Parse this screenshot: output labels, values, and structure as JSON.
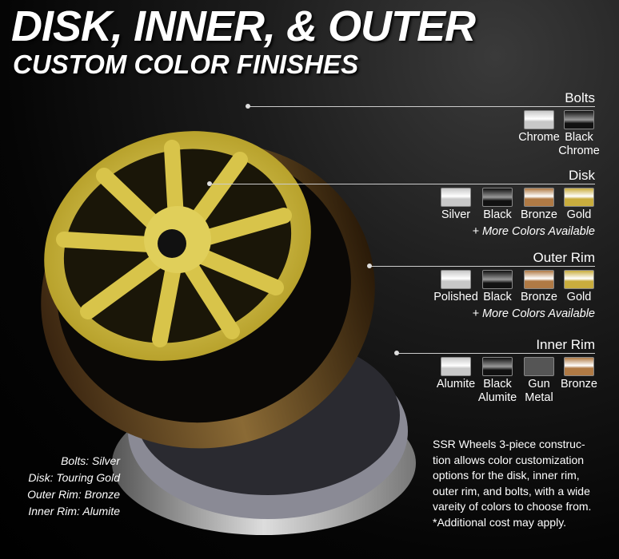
{
  "title": "DISK, INNER, & OUTER",
  "subtitle": "CUSTOM COLOR FINISHES",
  "sections": [
    {
      "name": "Bolts",
      "swatches": [
        {
          "label": "Chrome",
          "color": "#c8c8c8"
        },
        {
          "label": "Black\nChrome",
          "color": "#222222"
        }
      ],
      "more": ""
    },
    {
      "name": "Disk",
      "swatches": [
        {
          "label": "Silver",
          "color": "#c8c8c8"
        },
        {
          "label": "Black",
          "color": "#222222"
        },
        {
          "label": "Bronze",
          "color": "#b07a45"
        },
        {
          "label": "Gold",
          "color": "#c9ad3e"
        }
      ],
      "more": "+ More Colors Available"
    },
    {
      "name": "Outer Rim",
      "swatches": [
        {
          "label": "Polished",
          "color": "#c8c8c8"
        },
        {
          "label": "Black",
          "color": "#222222"
        },
        {
          "label": "Bronze",
          "color": "#b07a45"
        },
        {
          "label": "Gold",
          "color": "#c9ad3e"
        }
      ],
      "more": "+ More Colors Available"
    },
    {
      "name": "Inner Rim",
      "swatches": [
        {
          "label": "Alumite",
          "color": "#c8c8c8"
        },
        {
          "label": "Black\nAlumite",
          "color": "#222222"
        },
        {
          "label": "Gun\nMetal",
          "color": "#555555"
        },
        {
          "label": "Bronze",
          "color": "#b07a45"
        }
      ],
      "more": ""
    }
  ],
  "legend": [
    "Bolts: Silver",
    "Disk: Touring Gold",
    "Outer Rim: Bronze",
    "Inner Rim: Alumite"
  ],
  "note": [
    "SSR Wheels 3-piece construc-",
    "tion allows color customization",
    "options for the disk, inner rim,",
    "outer rim, and bolts, with a wide",
    "vareity of colors to choose from.",
    "*Additional cost may apply."
  ]
}
